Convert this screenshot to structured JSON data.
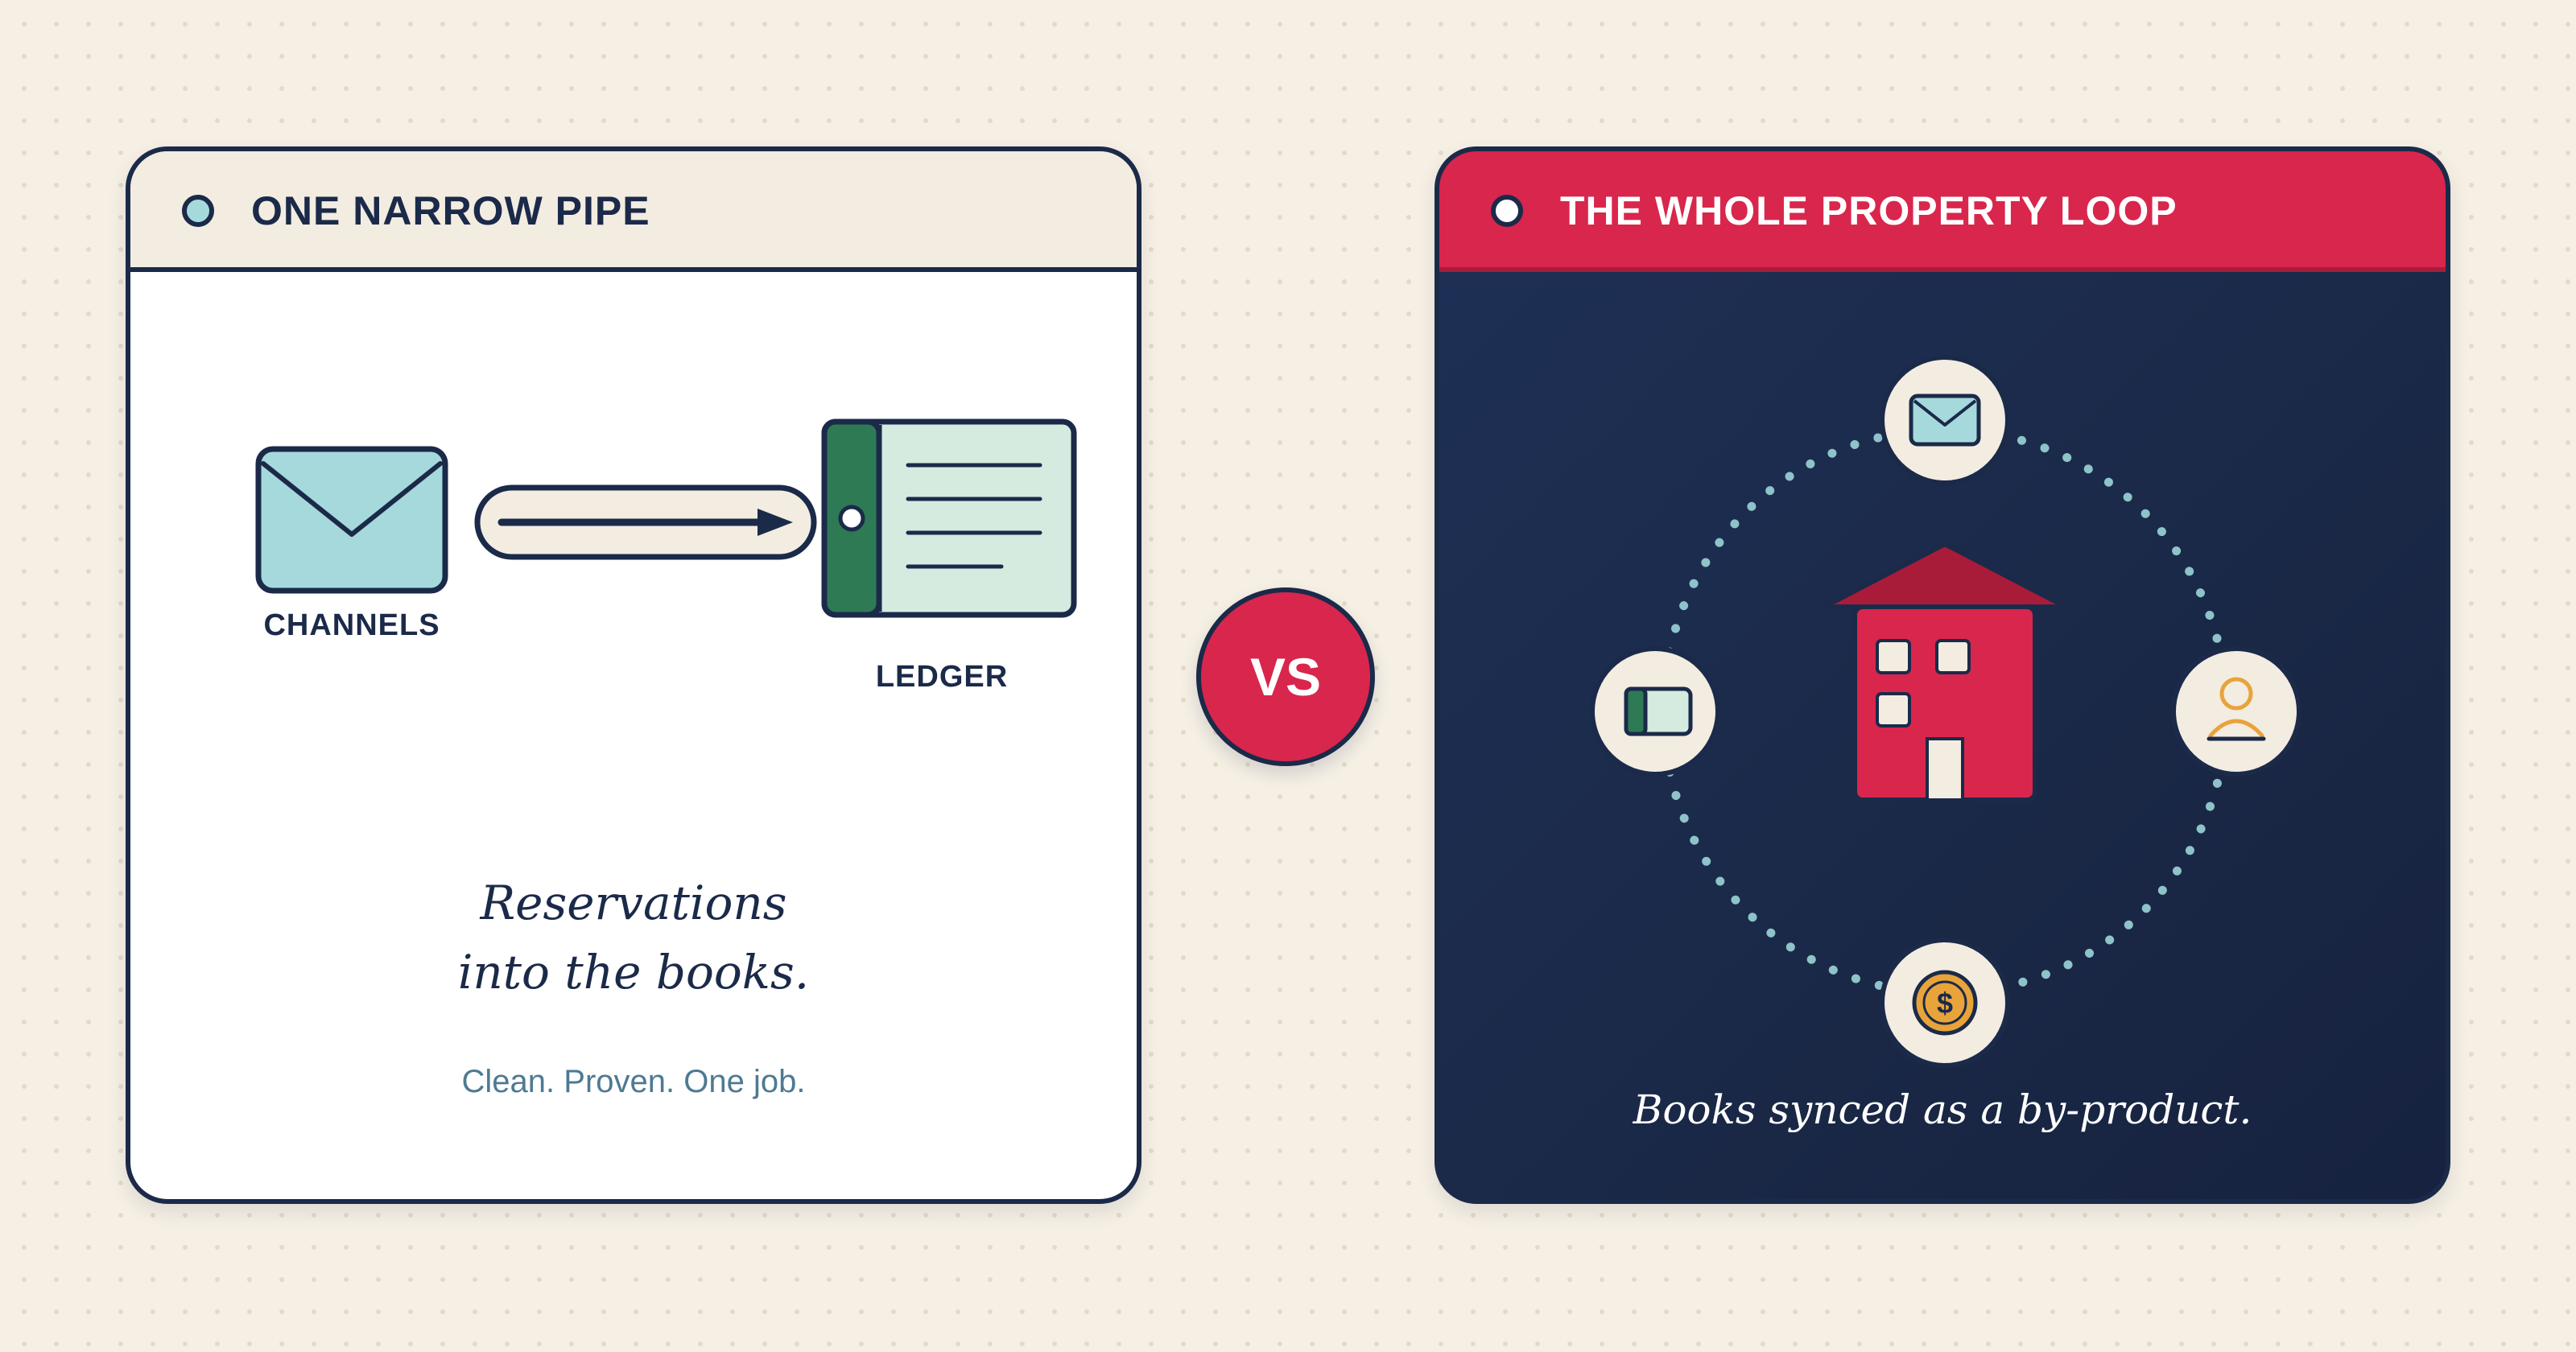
{
  "left_panel": {
    "title": "ONE NARROW PIPE",
    "channels_label": "CHANNELS",
    "ledger_label": "LEDGER",
    "headline_line1": "Reservations",
    "headline_line2": "into the books.",
    "tagline": "Clean. Proven. One job."
  },
  "vs_label": "VS",
  "right_panel": {
    "title": "THE WHOLE PROPERTY LOOP",
    "caption": "Books synced as a by-product.",
    "orbit_icons": [
      "envelope-icon",
      "person-icon",
      "dollar-coin-icon",
      "ledger-icon"
    ],
    "center_icon": "house-icon",
    "dollar_symbol": "$"
  },
  "colors": {
    "navy": "#1b2a49",
    "red": "#d9264c",
    "teal_light": "#a6d9dc",
    "green": "#2d7a55",
    "mint": "#d5ebe0",
    "cream": "#f3ece1",
    "gold": "#e8a33a"
  }
}
